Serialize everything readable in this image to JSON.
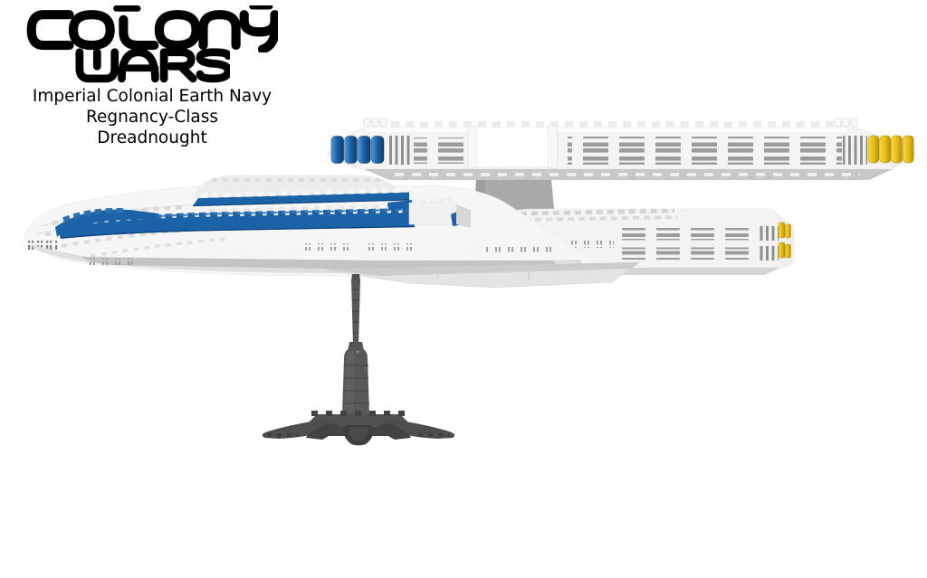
{
  "header": {
    "logo_line1": "COLONY",
    "logo_line2": "WARS",
    "subtitle_line1": "Imperial Colonial Earth Navy",
    "subtitle_line2": "Regnancy-Class",
    "subtitle_line3": "Dreadnought"
  },
  "colors": {
    "background": "#ffffff",
    "text_black": "#000000",
    "hull_white": "#f4f4f4",
    "hull_bright": "#ffffff",
    "hull_shade": "#e2e2e2",
    "hull_under": "#c8c8c8",
    "pylon_gray": "#a9a9a9",
    "vent_gray": "#9c9c9c",
    "grille_gray": "#8f8f8f",
    "stripe_blue": "#1b62a8",
    "stripe_blue_dark": "#10437a",
    "stripe_blue_light": "#4d8cc9",
    "engine_yellow": "#eac117",
    "engine_yellow_dark": "#b5900c",
    "stand_gray": "#59575a",
    "stand_gray_dark": "#454345"
  }
}
